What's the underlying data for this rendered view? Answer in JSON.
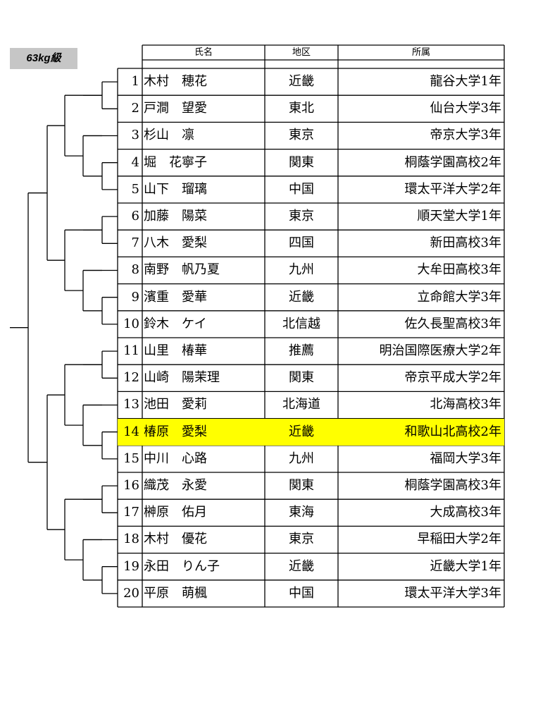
{
  "weight_class": "63kg級",
  "headers": {
    "name": "氏名",
    "region": "地区",
    "affiliation": "所属"
  },
  "entries": [
    {
      "seed": "1",
      "name": "木村　穂花",
      "region": "近畿",
      "affiliation": "龍谷大学1年"
    },
    {
      "seed": "2",
      "name": "戸澗　望愛",
      "region": "東北",
      "affiliation": "仙台大学3年"
    },
    {
      "seed": "3",
      "name": "杉山　凛",
      "region": "東京",
      "affiliation": "帝京大学3年"
    },
    {
      "seed": "4",
      "name": "堀　花寧子",
      "region": "関東",
      "affiliation": "桐蔭学園高校2年"
    },
    {
      "seed": "5",
      "name": "山下　瑠璃",
      "region": "中国",
      "affiliation": "環太平洋大学2年"
    },
    {
      "seed": "6",
      "name": "加藤　陽菜",
      "region": "東京",
      "affiliation": "順天堂大学1年"
    },
    {
      "seed": "7",
      "name": "八木　愛梨",
      "region": "四国",
      "affiliation": "新田高校3年"
    },
    {
      "seed": "8",
      "name": "南野　帆乃夏",
      "region": "九州",
      "affiliation": "大牟田高校3年"
    },
    {
      "seed": "9",
      "name": "濱重　愛華",
      "region": "近畿",
      "affiliation": "立命館大学3年"
    },
    {
      "seed": "10",
      "name": "鈴木　ケイ",
      "region": "北信越",
      "affiliation": "佐久長聖高校3年"
    },
    {
      "seed": "11",
      "name": "山里　椿華",
      "region": "推薦",
      "affiliation": "明治国際医療大学2年"
    },
    {
      "seed": "12",
      "name": "山崎　陽茉理",
      "region": "関東",
      "affiliation": "帝京平成大学2年"
    },
    {
      "seed": "13",
      "name": "池田　愛莉",
      "region": "北海道",
      "affiliation": "北海高校3年"
    },
    {
      "seed": "14",
      "name": "椿原　愛梨",
      "region": "近畿",
      "affiliation": "和歌山北高校2年",
      "highlight": true,
      "highlight_color": "#ffff00"
    },
    {
      "seed": "15",
      "name": "中川　心路",
      "region": "九州",
      "affiliation": "福岡大学3年"
    },
    {
      "seed": "16",
      "name": "織茂　永愛",
      "region": "関東",
      "affiliation": "桐蔭学園高校3年"
    },
    {
      "seed": "17",
      "name": "榊原　佑月",
      "region": "東海",
      "affiliation": "大成高校3年"
    },
    {
      "seed": "18",
      "name": "木村　優花",
      "region": "東京",
      "affiliation": "早稲田大学2年"
    },
    {
      "seed": "19",
      "name": "永田　りん子",
      "region": "近畿",
      "affiliation": "近畿大学1年"
    },
    {
      "seed": "20",
      "name": "平原　萌楓",
      "region": "中国",
      "affiliation": "環太平洋大学3年"
    }
  ]
}
